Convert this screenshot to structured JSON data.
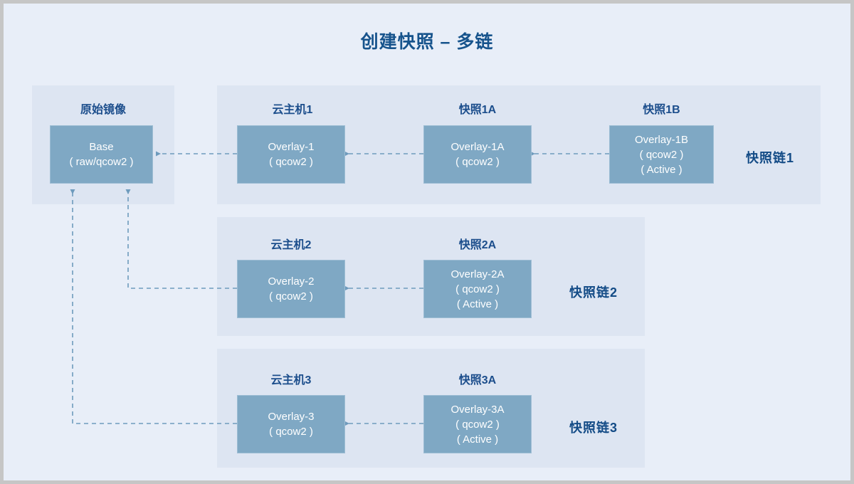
{
  "page": {
    "title": "创建快照 – 多链",
    "background_color": "#e8eef8",
    "panel_color": "#dde5f2",
    "node_fill": "#7fa8c4",
    "accent_color": "#16538c",
    "border_color": "#c6c6c6",
    "connector_color": "#6e9bbd"
  },
  "base_group": {
    "caption": "原始镜像",
    "node": {
      "line1": "Base",
      "line2": "( raw/qcow2 )",
      "line3": ""
    }
  },
  "chains": [
    {
      "label": "快照链1",
      "nodes": [
        {
          "caption": "云主机1",
          "line1": "Overlay-1",
          "line2": "( qcow2 )",
          "line3": ""
        },
        {
          "caption": "快照1A",
          "line1": "Overlay-1A",
          "line2": "( qcow2 )",
          "line3": ""
        },
        {
          "caption": "快照1B",
          "line1": "Overlay-1B",
          "line2": "( qcow2 )",
          "line3": "( Active )"
        }
      ]
    },
    {
      "label": "快照链2",
      "nodes": [
        {
          "caption": "云主机2",
          "line1": "Overlay-2",
          "line2": "( qcow2 )",
          "line3": ""
        },
        {
          "caption": "快照2A",
          "line1": "Overlay-2A",
          "line2": "( qcow2 )",
          "line3": "( Active )"
        }
      ]
    },
    {
      "label": "快照链3",
      "nodes": [
        {
          "caption": "云主机3",
          "line1": "Overlay-3",
          "line2": "( qcow2 )",
          "line3": ""
        },
        {
          "caption": "快照3A",
          "line1": "Overlay-3A",
          "line2": "( qcow2 )",
          "line3": "( Active )"
        }
      ]
    }
  ],
  "connectors": [
    {
      "name": "overlay1-to-base",
      "style": "dashed",
      "direction": "left"
    },
    {
      "name": "overlay1a-to-overlay1",
      "style": "dashed",
      "direction": "left"
    },
    {
      "name": "overlay1b-to-overlay1a",
      "style": "dashed",
      "direction": "left"
    },
    {
      "name": "overlay2-to-base",
      "style": "dashed",
      "direction": "elbow-up"
    },
    {
      "name": "overlay2a-to-overlay2",
      "style": "dashed",
      "direction": "left"
    },
    {
      "name": "overlay3-to-base",
      "style": "dashed",
      "direction": "elbow-up"
    },
    {
      "name": "overlay3a-to-overlay3",
      "style": "dashed",
      "direction": "left"
    }
  ]
}
